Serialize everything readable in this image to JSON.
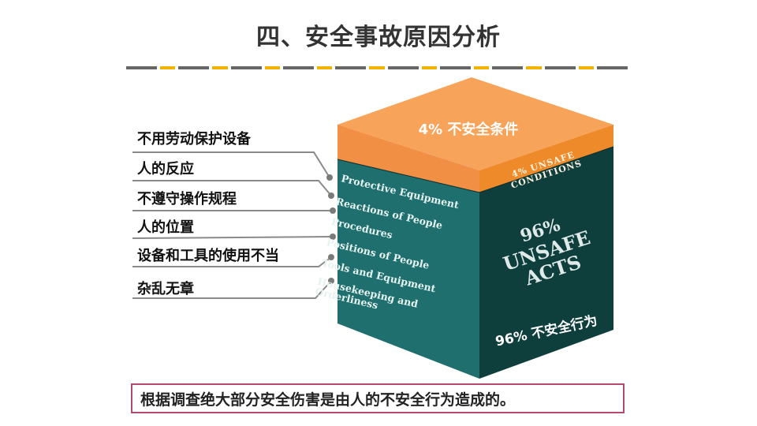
{
  "title": "四、安全事故原因分析",
  "left_labels": [
    "不用劳动保护设备",
    "人的反应",
    "不遵守操作规程",
    "人的位置",
    "设备和工具的使用不当",
    "杂乱无章"
  ],
  "cube": {
    "top_label": "4% 不安全条件",
    "band_label_line1": "4% UNSAFE",
    "band_label_line2": "CONDITIONS",
    "front_items": [
      "Protective Equipment",
      "Reactions of People",
      "Procedures",
      "Positions of People",
      "Tools and Equipment",
      "Housekeeping and",
      "Orderliness"
    ],
    "side_big_line1": "96%",
    "side_big_line2": "UNSAFE",
    "side_big_line3": "ACTS",
    "side_cn_label": "96% 不安全行为"
  },
  "conclusion": "根据调查绝大部分安全伤害是由人的不安全行为造成的。",
  "colors": {
    "top_orange": "#f7a35a",
    "band_orange": "#ef8a2a",
    "front_teal": "#1f6f6f",
    "side_teal": "#0e3f3d",
    "divider_gold": "#f2b300",
    "box_border": "#b44a6f"
  }
}
